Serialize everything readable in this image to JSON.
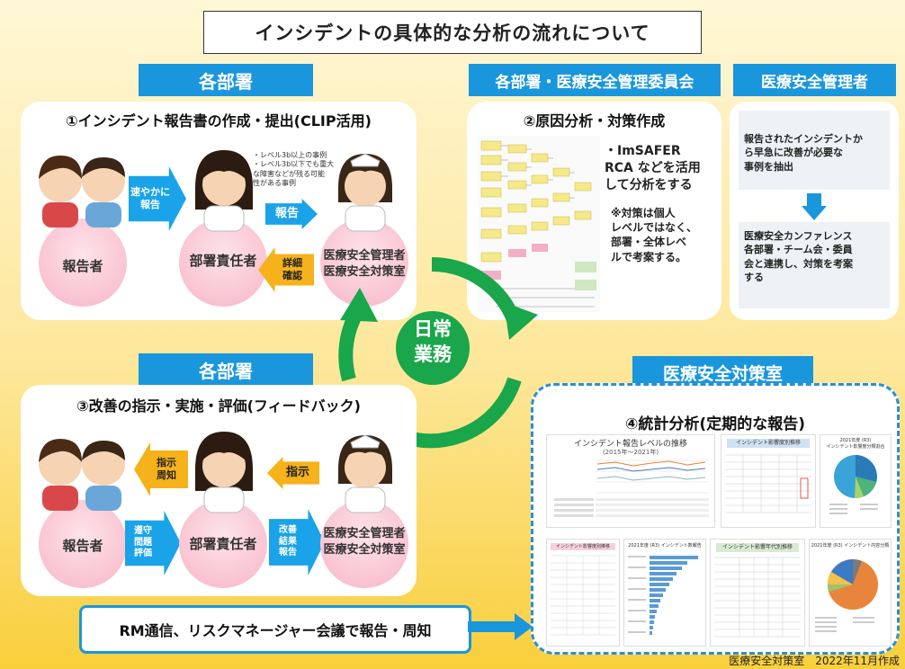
{
  "title": "インシデントの具体的な分析の流れについて",
  "headers": {
    "dept_top": "各部署",
    "committee": "各部署・医療安全管理委員会",
    "manager": "医療安全管理者",
    "dept_bottom": "各部署",
    "office": "医療安全対策室"
  },
  "section1": {
    "title": "①インシデント報告書の作成・提出(CLIP活用)",
    "reporter": "報告者",
    "dept_head": "部署責任者",
    "safety_line1": "医療安全管理者",
    "safety_line2": "医療安全対策室",
    "arrow1": "速やかに\n報告",
    "arrow2": "報告",
    "arrow3": "詳細\n確認",
    "criteria": "・レベル3b以上の事例\n・レベル3b以下でも重大\nな障害などが残る可能\n性がある事例"
  },
  "section2": {
    "title": "②原因分析・対策作成",
    "text1": "・ImSAFER\n RCA などを活用\n して分析をする",
    "text2": "※対策は個人\nレベルではなく、\n部署・全体レベ\nルで考案する。"
  },
  "manager_panel": {
    "text1": "報告されたインシデントか\nら早急に改善が必要な\n事例を抽出",
    "text2": "医療安全カンファレンス\n各部署・チーム会・委員\n会と連携し、対策を考案\nする"
  },
  "center": {
    "label": "日常\n業務"
  },
  "section3": {
    "title": "③改善の指示・実施・評価(フィードバック)",
    "reporter": "報告者",
    "dept_head": "部署責任者",
    "safety_line1": "医療安全管理者",
    "safety_line2": "医療安全対策室",
    "arrow1": "指示\n周知",
    "arrow2": "遵守\n間題\n評価",
    "arrow3": "指示",
    "arrow4": "改善\n結果\n報告"
  },
  "section4": {
    "title": "④統計分析(定期的な報告)",
    "chart_title": "インシデント報告レベルの推移",
    "chart_sub": "(2015年〜2021年)",
    "table1_title": "インシデント影響度別推移",
    "pie1_title": "2021年度 (R3)\nインシデント影響度分類割合",
    "table2_title": "インシデント影響度別推移",
    "bar_title": "2021年度 (R3) インシデント数報告",
    "table3_title": "インシデント影響年代別推移",
    "pie2_title": "2021年度 (R3) インシデント内容分類"
  },
  "bottom_bar": "RM通信、リスクマネージャー会議で報告・周知",
  "footer": "医療安全対策室　2022年11月作成",
  "colors": {
    "blue": "#1a96dd",
    "green": "#1aa64a",
    "orange": "#f6b21a",
    "pink": "#f8b5c6"
  }
}
